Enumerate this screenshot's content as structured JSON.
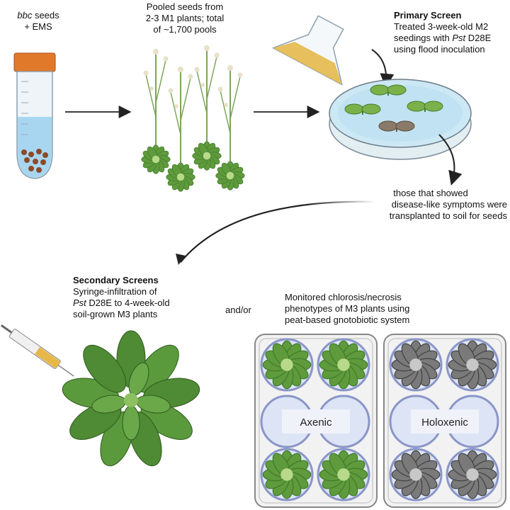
{
  "step1": {
    "line1_italic": "bbc",
    "line1_rest": " seeds",
    "line2": "+ EMS"
  },
  "step2": {
    "line1": "Pooled seeds from",
    "line2": "2-3 M1 plants; total",
    "line3": "of ~1,700 pools"
  },
  "primary": {
    "title": "Primary Screen",
    "line1": "Treated  3-week-old M2",
    "line2": "seedings with ",
    "line2_italic": "Pst",
    "line2_rest": " D28E",
    "line3": "using flood inoculation"
  },
  "transplant": {
    "line1": "those that showed",
    "line2": "disease-like symptoms were",
    "line3": "transplanted to soil for seeds"
  },
  "secondary": {
    "title": "Secondary Screens",
    "line1": "Syringe-infiltration of",
    "line2_italic": "Pst",
    "line2_rest": " D28E to 4-week-old",
    "line3": "soil-grown M3 plants"
  },
  "andor": "and/or",
  "gnoto": {
    "line1": "Monitored chlorosis/necrosis",
    "line2": "phenotypes of M3 plants using",
    "line3": "peat-based gnotobiotic system"
  },
  "trays": {
    "left_label": "Axenic",
    "right_label": "Holoxenic"
  },
  "colors": {
    "cap": "#e07a2a",
    "liquid": "#a8d6f0",
    "seed": "#8a4b2a",
    "leaf_green": "#5f9a3c",
    "leaf_dark": "#3f7d2a",
    "leaf_brown": "#8a7a6a",
    "dish": "#cde8f5",
    "flask_liquid": "#e6b84a",
    "tray": "#f2f2f2",
    "well": "#c9d2f0",
    "grey_leaf": "#6b6b6b",
    "arrow": "#222222"
  }
}
